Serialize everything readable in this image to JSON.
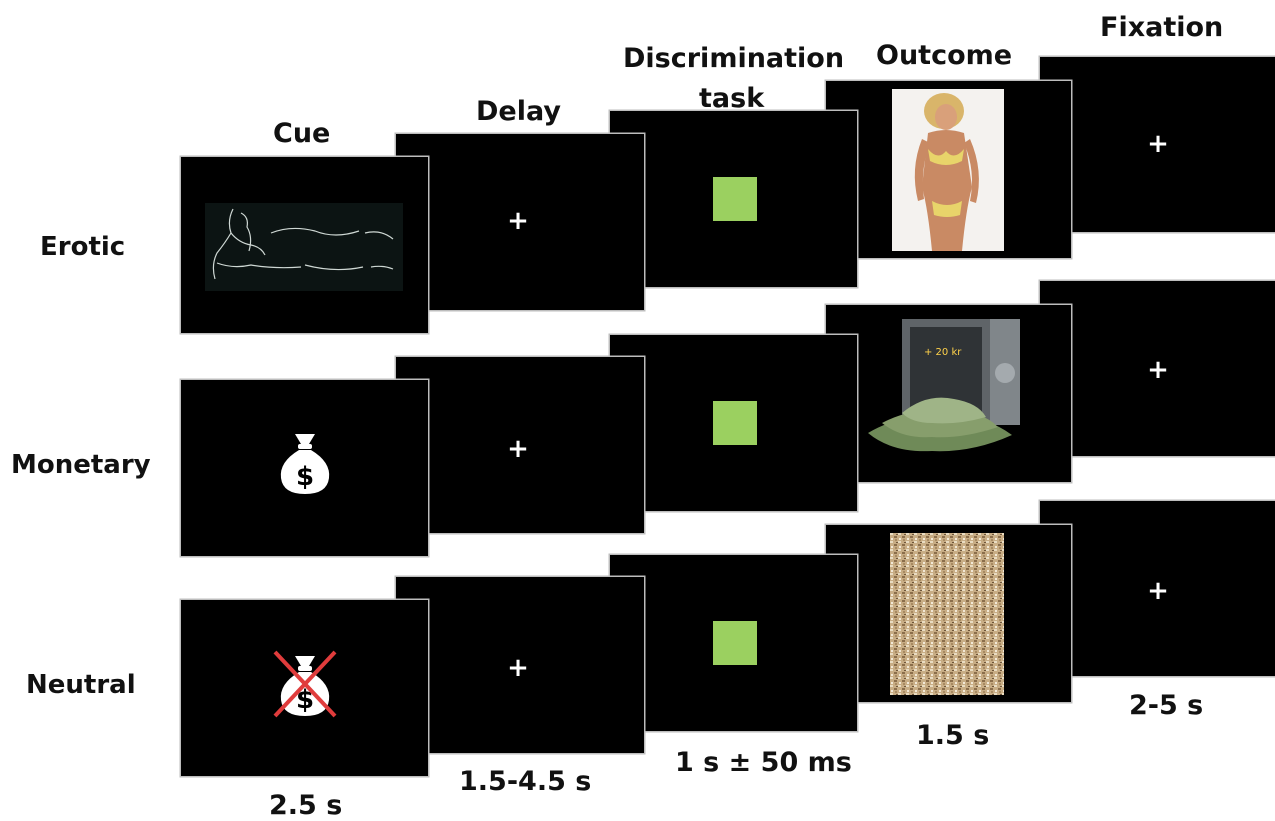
{
  "columns": {
    "cue": "Cue",
    "delay": "Delay",
    "discrimination_line1": "Discrimination",
    "discrimination_line2": "task",
    "outcome": "Outcome",
    "fixation": "Fixation"
  },
  "rows": {
    "erotic": "Erotic",
    "monetary": "Monetary",
    "neutral": "Neutral"
  },
  "durations": {
    "cue": "2.5 s",
    "delay": "1.5-4.5 s",
    "discrimination": "1 s ± 50 ms",
    "outcome": "1.5 s",
    "fixation": "2-5 s"
  },
  "monetary_outcome_text": "+ 20 kr",
  "fixation_symbol": "+",
  "colors": {
    "target": "#9bd060",
    "screen": "#000000",
    "cross_out": "#e03c3c"
  }
}
